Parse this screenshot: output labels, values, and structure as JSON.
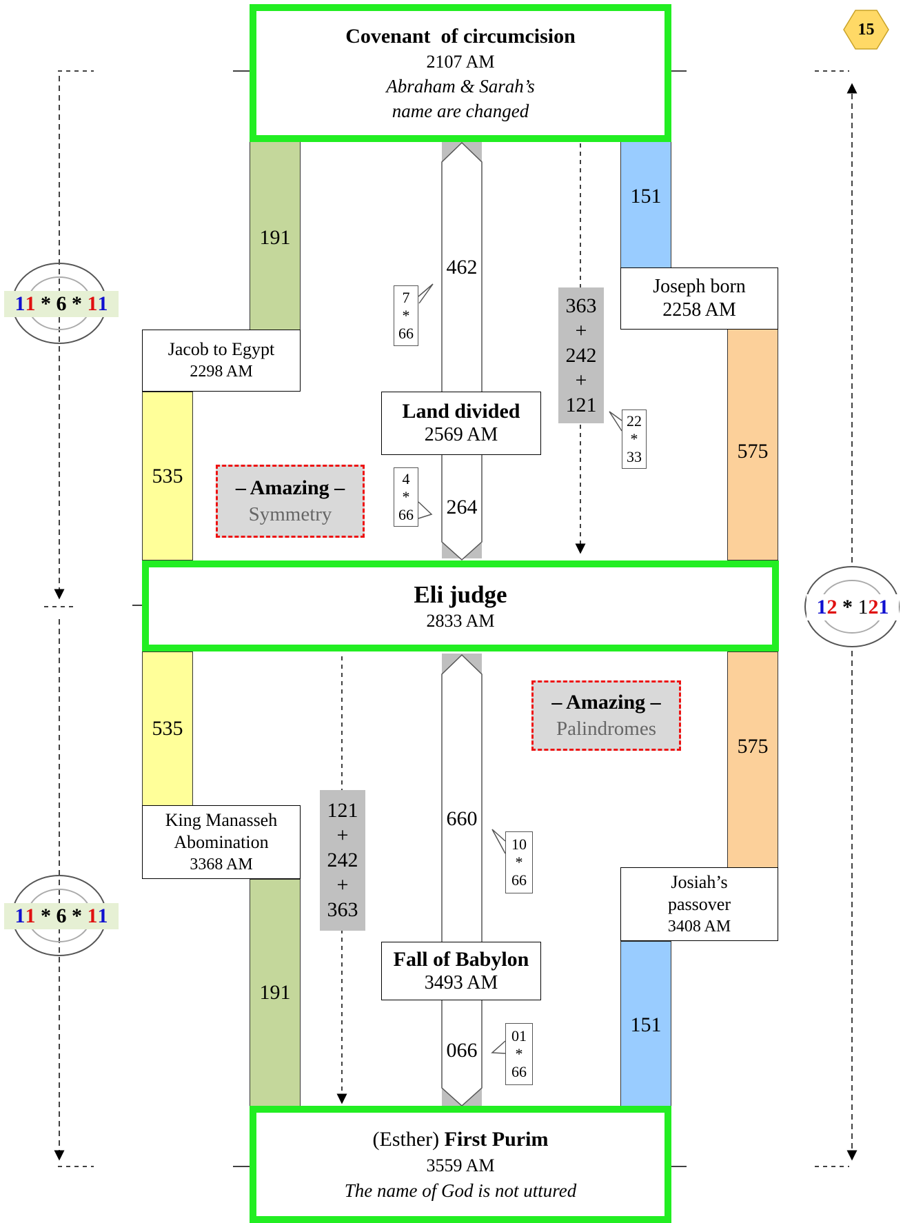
{
  "page_number": "15",
  "top_event": {
    "title": "Covenant  of circumcision",
    "year": "2107 AM",
    "note_line1": "Abraham & Sarah’s",
    "note_line2": "name are changed"
  },
  "middle_event": {
    "title": "Eli judge",
    "year": "2833 AM"
  },
  "bottom_event": {
    "prefix": "(Esther) ",
    "title": "First Purim",
    "year": "3559 AM",
    "note": "The name of God is not uttured"
  },
  "events": {
    "jacob": {
      "line1": "Jacob to Egypt",
      "line2": "2298 AM"
    },
    "joseph": {
      "line1": "Joseph born",
      "line2": "2258 AM"
    },
    "land": {
      "line1": "Land divided",
      "line2": "2569 AM"
    },
    "manasseh": {
      "line1": "King Manasseh",
      "line2": "Abomination",
      "line3": "3368 AM"
    },
    "josiah": {
      "line1": "Josiah’s",
      "line2": "passover",
      "line3": "3408 AM"
    },
    "babylon": {
      "line1": "Fall of Babylon",
      "line2": "3493 AM"
    }
  },
  "spans": {
    "green_top": "191",
    "green_bottom": "191",
    "blue_top": "151",
    "blue_bottom": "151",
    "yellow_top": "535",
    "yellow_bottom": "535",
    "orange_top": "575",
    "orange_bottom": "575",
    "arrow_462": "462",
    "arrow_264": "264",
    "arrow_660": "660",
    "arrow_066": "066"
  },
  "sum_top": [
    "363",
    "+",
    "242",
    "+",
    "121"
  ],
  "sum_bottom": [
    "121",
    "+",
    "242",
    "+",
    "363"
  ],
  "ratios": {
    "r462": [
      "7",
      "*",
      "66"
    ],
    "r264": [
      "4",
      "*",
      "66"
    ],
    "r726": [
      "22",
      "*",
      "33"
    ],
    "r660": [
      "10",
      "*",
      "66"
    ],
    "r066": [
      "01",
      "*",
      "66"
    ]
  },
  "amazing_symmetry": {
    "line1": "– Amazing –",
    "line2": "Symmetry"
  },
  "amazing_palindromes": {
    "line1": "– Amazing –",
    "line2": "Palindromes"
  },
  "palindrome_left_top": [
    "1",
    "1",
    " * ",
    "6",
    " * ",
    "1",
    "1"
  ],
  "palindrome_left_bottom": [
    "1",
    "1",
    " * ",
    "6",
    " * ",
    "1",
    "1"
  ],
  "palindrome_right": [
    "1",
    "2",
    " * ",
    "1",
    "2",
    "1"
  ],
  "colors": {
    "green_border": "#22ee22",
    "green_bar": "#c4d79b",
    "blue_bar": "#99ccff",
    "yellow_bar": "#ffff99",
    "orange_bar": "#fcd09a",
    "gray_box": "#c0c0c0",
    "dash_red": "#ee1111",
    "hex_badge": "#ffd966"
  }
}
